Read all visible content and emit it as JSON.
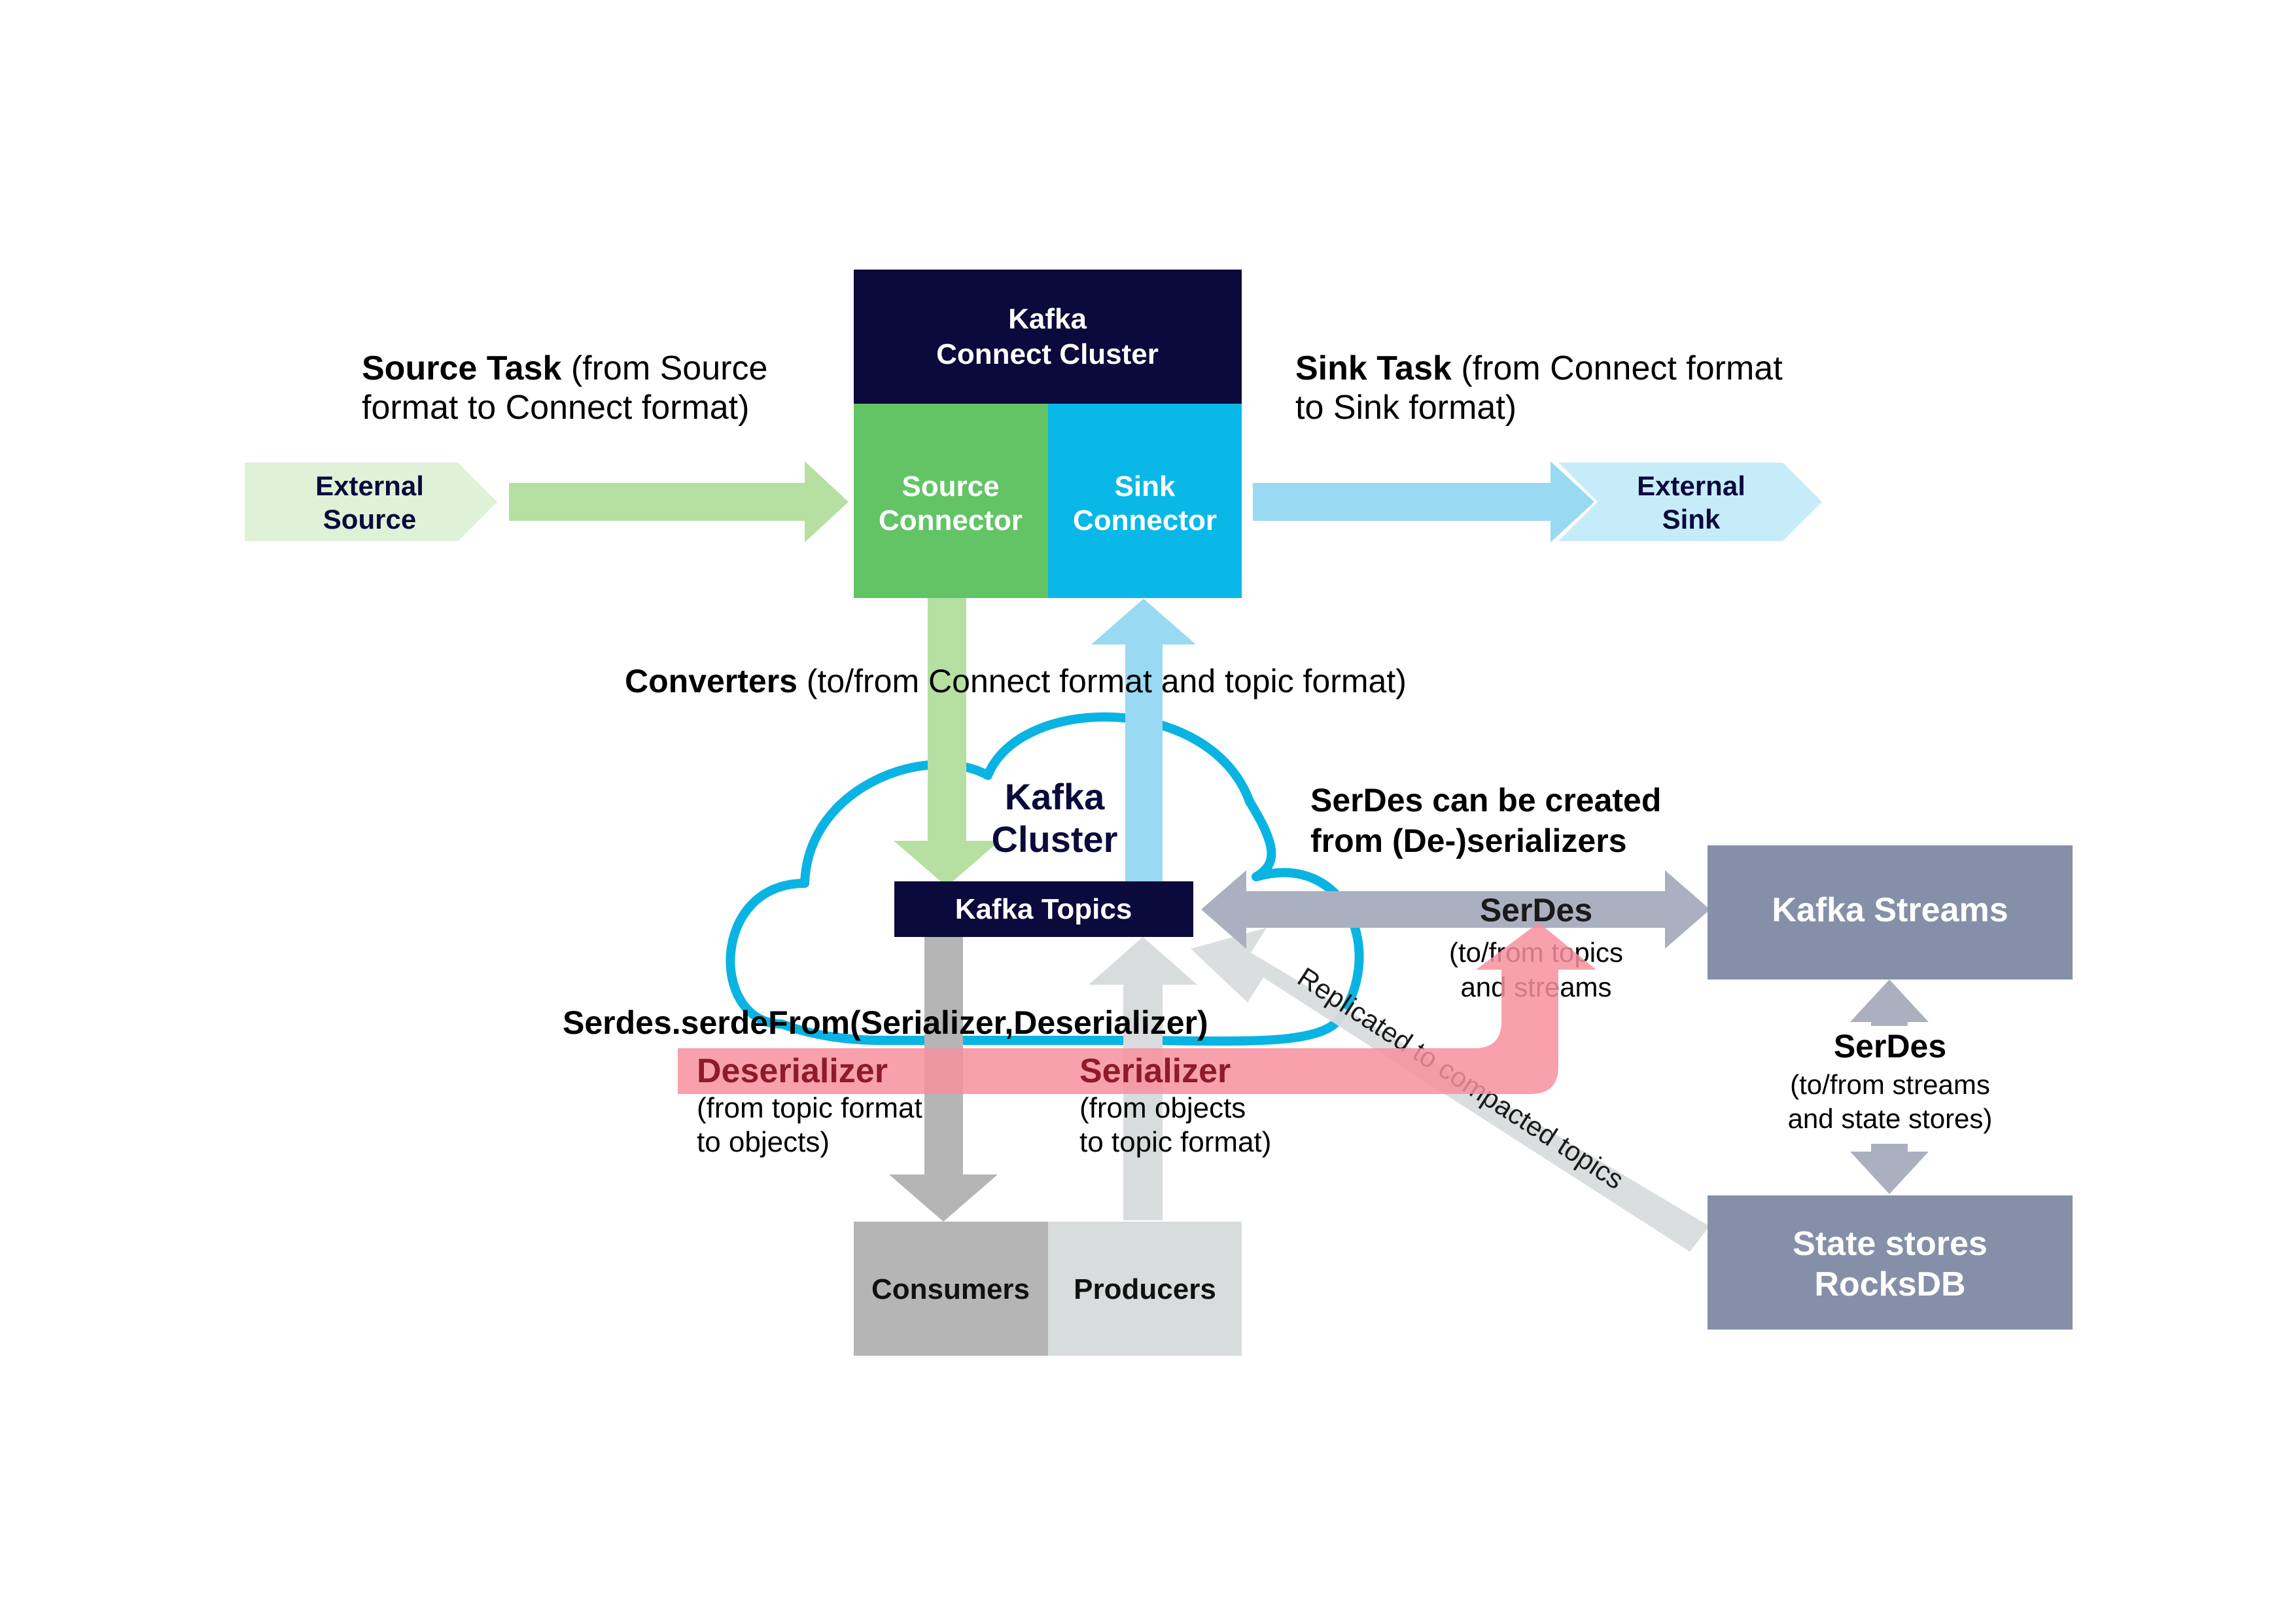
{
  "colors": {
    "navy": "#0a0a3c",
    "green": "#63c466",
    "light_green": "#b5e0a2",
    "pale_green": "#dff1d6",
    "cyan": "#0ab8e8",
    "light_cyan": "#99daf2",
    "pale_cyan": "#c7ecf9",
    "cloud_outline": "#0ab4e2",
    "slate": "#8590a8",
    "slate_arrow": "#aab0bf",
    "pink": "#f7909f",
    "dark_red": "#8e1a2a",
    "dark_gray": "#b5b5b5",
    "light_gray": "#d9dcdc"
  },
  "connect_cluster": {
    "title_line1": "Kafka",
    "title_line2": "Connect Cluster"
  },
  "source_connector": {
    "line1": "Source",
    "line2": "Connector"
  },
  "sink_connector": {
    "line1": "Sink",
    "line2": "Connector"
  },
  "external_source": {
    "line1": "External",
    "line2": "Source"
  },
  "external_sink": {
    "line1": "External",
    "line2": "Sink"
  },
  "source_task": {
    "bold": "Source Task",
    "rest1": " (from Source",
    "line2": "format to Connect format)"
  },
  "sink_task": {
    "bold": "Sink Task",
    "rest1": " (from Connect format",
    "line2": "to Sink format)"
  },
  "converters": {
    "bold": "Converters",
    "rest": " (to/from Connect format and topic format)"
  },
  "kafka_cluster": {
    "line1": "Kafka",
    "line2": "Cluster"
  },
  "kafka_topics": "Kafka Topics",
  "serdes_note": {
    "line1": "SerDes can be created",
    "line2": "from (De-)serializers"
  },
  "serdes_topics": {
    "title": "SerDes",
    "line1": "(to/from topics",
    "line2": "and streams"
  },
  "serdes_stores": {
    "title": "SerDes",
    "line1": "(to/from streams",
    "line2": "and state stores)"
  },
  "kafka_streams": "Kafka Streams",
  "state_stores": {
    "line1": "State stores",
    "line2": "RocksDB"
  },
  "serde_from": "Serdes.serdeFrom(Serializer,Deserializer)",
  "deserializer": {
    "title": "Deserializer",
    "line1": "(from topic format",
    "line2": "to objects)"
  },
  "serializer": {
    "title": "Serializer",
    "line1": "(from objects",
    "line2": "to topic format)"
  },
  "replicated": "Replicated to compacted topics",
  "consumers": "Consumers",
  "producers": "Producers"
}
